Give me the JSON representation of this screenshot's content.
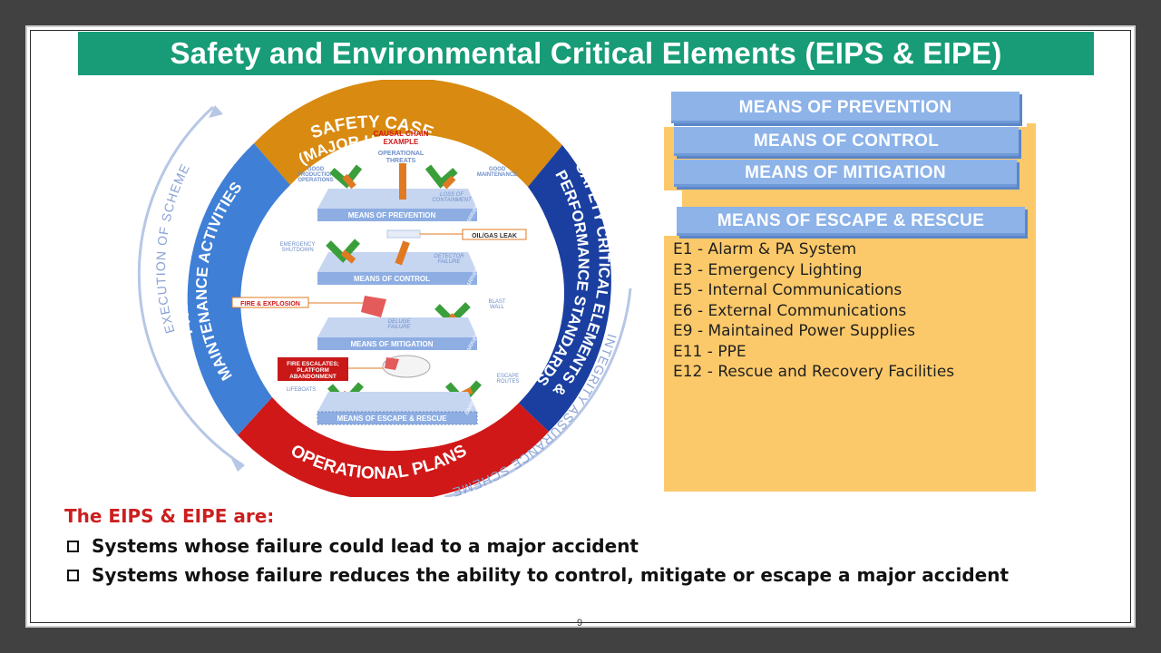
{
  "title": "Safety and Environmental Critical Elements (EIPS & EIPE)",
  "diagram": {
    "ring": {
      "safety_case_line1": "SAFETY CASE",
      "safety_case_line2": "(MAJOR HAZARDS)",
      "sce_line1": "SAFETY CRITICAL ELEMENTS &",
      "sce_line2": "PERFORMANCE STANDARDS",
      "operational_plans": "OPERATIONAL PLANS",
      "production_line1": "PRODUCTION &",
      "production_line2": "MAINTENANCE ACTIVITIES",
      "execution_scheme": "EXECUTION OF SCHEME",
      "integrity_scheme": "INTEGRITY ASSURANCE SCHEME"
    },
    "center": {
      "causal_chain_line1": "CAUSAL CHAIN",
      "causal_chain_line2": "EXAMPLE",
      "threats_line1": "OPERATIONAL",
      "threats_line2": "THREATS",
      "good_production_line1": "GOOD",
      "good_production_line2": "PRODUCTION",
      "good_production_line3": "OPERATIONS",
      "good_maintenance_line1": "GOOD",
      "good_maintenance_line2": "MAINTENANCE",
      "loss_line1": "LOSS OF",
      "loss_line2": "CONTAINMENT",
      "oil_gas_leak": "OIL/GAS LEAK",
      "emergency_line1": "EMERGENCY",
      "emergency_line2": "SHUTDOWN",
      "detector_line1": "DETECTOR",
      "detector_line2": "FAILURE",
      "fire_explosion": "FIRE & EXPLOSION",
      "blast_line1": "BLAST",
      "blast_line2": "WALL",
      "deluge_line1": "DELUGE",
      "deluge_line2": "FAILURE",
      "fire_escalates_line1": "FIRE ESCALATES;",
      "fire_escalates_line2": "PLATFORM",
      "fire_escalates_line3": "ABANDONMENT",
      "lifeboats": "LIFEBOATS",
      "escape_line1": "ESCAPE",
      "escape_line2": "ROUTES",
      "barrier": "BARRIER",
      "plate_prevention": "MEANS OF PREVENTION",
      "plate_control": "MEANS OF CONTROL",
      "plate_mitigation": "MEANS OF MITIGATION",
      "plate_escape": "MEANS OF ESCAPE & RESCUE"
    }
  },
  "means_boxes": {
    "prevention": "MEANS OF PREVENTION",
    "control": "MEANS OF CONTROL",
    "mitigation": "MEANS OF MITIGATION",
    "escape": "MEANS OF ESCAPE & RESCUE"
  },
  "elements": [
    "E1  - Alarm & PA System",
    "E3  - Emergency Lighting",
    "E5  - Internal Communications",
    "E6  - External Communications",
    "E9  - Maintained Power Supplies",
    "E11 - PPE",
    "E12 - Rescue and Recovery Facilities"
  ],
  "intro": "The EIPS & EIPE are:",
  "bullets": [
    "Systems whose failure could lead to a major accident",
    "Systems whose failure reduces the ability to control, mitigate or escape a major accident"
  ],
  "page_number": "9",
  "colors": {
    "title_bg": "#179c77",
    "safety_case": "#d98a10",
    "sce": "#1b3fa0",
    "operational_plans": "#d01818",
    "production": "#3f7fd6",
    "means_box": "#8db3e8",
    "elements_bg": "#fcc96a",
    "intro_text": "#cc1f1f"
  }
}
